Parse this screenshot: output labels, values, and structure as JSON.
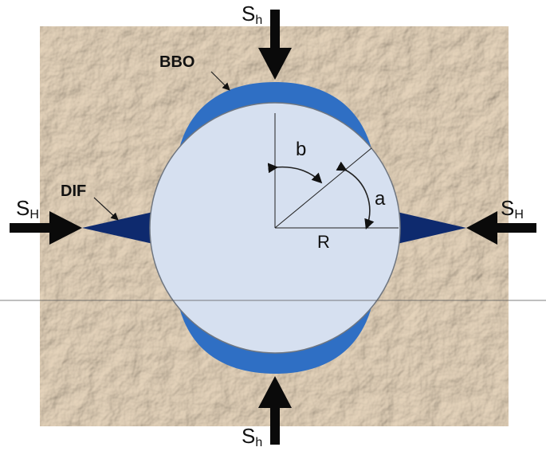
{
  "labels": {
    "sh_top": {
      "main": "S",
      "sub": "h"
    },
    "sh_bottom": {
      "main": "S",
      "sub": "h"
    },
    "sH_left": {
      "main": "S",
      "sub": "H"
    },
    "sH_right": {
      "main": "S",
      "sub": "H"
    },
    "bbo": "BBO",
    "dif": "DIF",
    "angle_a": "a",
    "angle_b": "b",
    "radius": "R"
  },
  "colors": {
    "rock_base": "#cdb596",
    "rock_dark": "#a58a6a",
    "rock_light": "#e6d6bf",
    "borehole_fill": "#d6e0f0",
    "borehole_stroke": "#6f7680",
    "breakout": "#2f6fc4",
    "fracture": "#0e2a6e",
    "arrow": "#0a0a0a",
    "line": "#222222"
  }
}
